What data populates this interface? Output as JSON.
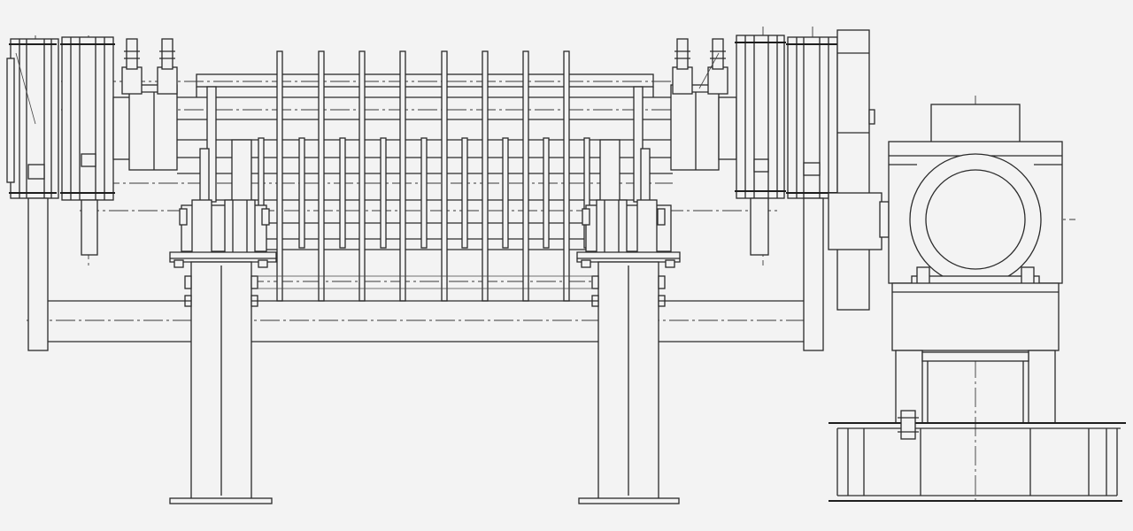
{
  "drawing": {
    "kind": "engineering-line-drawing",
    "views": [
      "front-elevation",
      "side-elevation"
    ],
    "background": "#f3f3f3",
    "line_color": "#2b2b2b",
    "blade_count_long": 8,
    "blade_count_short": 9,
    "labels": []
  }
}
